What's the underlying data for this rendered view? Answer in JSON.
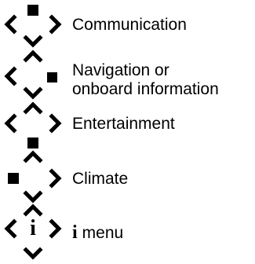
{
  "legend": {
    "items": [
      {
        "label": "Communication",
        "control_icon": "controller-square-up-icon"
      },
      {
        "label_line1": "Navigation or",
        "label_line2": "onboard information",
        "control_icon": "controller-square-right-icon"
      },
      {
        "label": "Entertainment",
        "control_icon": "controller-square-down-icon"
      },
      {
        "label": "Climate",
        "control_icon": "controller-square-left-icon"
      },
      {
        "center_glyph": "i",
        "label_suffix": "menu",
        "control_icon": "controller-info-center-icon"
      }
    ]
  },
  "colors": {
    "ink": "#000000",
    "background": "#ffffff"
  }
}
